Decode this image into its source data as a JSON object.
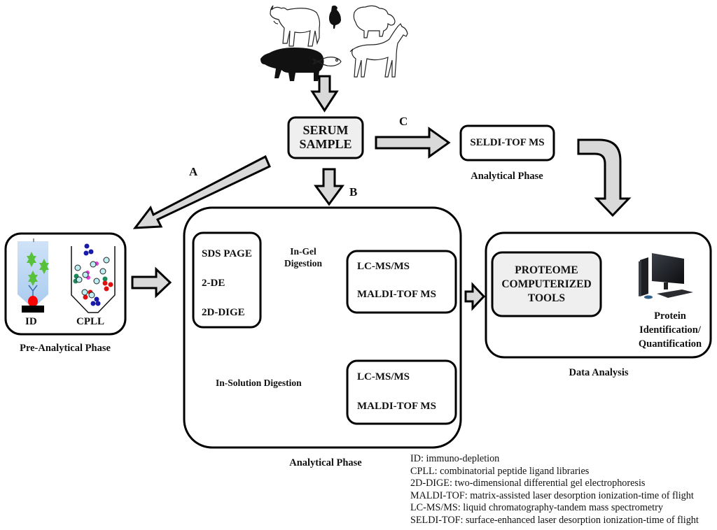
{
  "animals": [
    "cow",
    "chicken",
    "sheep",
    "pig",
    "fish",
    "horse"
  ],
  "serum_sample": {
    "line1": "SERUM",
    "line2": "SAMPLE"
  },
  "paths": {
    "a": "A",
    "b": "B",
    "c": "C"
  },
  "seldi_box": {
    "label": "SELDI-TOF MS",
    "phase": "Analytical Phase"
  },
  "pre_analytical": {
    "id_label": "ID",
    "cpll_label": "CPLL",
    "phase": "Pre-Analytical Phase"
  },
  "analytical": {
    "gel_methods": [
      "SDS PAGE",
      "2-DE",
      "2D-DIGE"
    ],
    "in_gel_label_line1": "In-Gel",
    "in_gel_label_line2": "Digestion",
    "ms_box_top": [
      "LC-MS/MS",
      "MALDI-TOF MS"
    ],
    "in_solution_label": "In-Solution Digestion",
    "ms_box_bottom": [
      "LC-MS/MS",
      "MALDI-TOF MS"
    ],
    "phase": "Analytical Phase"
  },
  "data_analysis": {
    "tools_line1": "PROTEOME",
    "tools_line2": "COMPUTERIZED",
    "tools_line3": "TOOLS",
    "result_line1": "Protein",
    "result_line2": "Identification/",
    "result_line3": "Quantification",
    "phase": "Data Analysis"
  },
  "colors": {
    "arrow_fill": "#d9d9d9",
    "box_fill": "#efefef",
    "stroke": "#000000",
    "id_column": "#b9d5f2",
    "green_antigen": "#57c13b",
    "red_bead": "#ff0000"
  },
  "legend": [
    "ID: immuno-depletion",
    "CPLL: combinatorial peptide ligand libraries",
    "2D-DIGE: two-dimensional differential gel electrophoresis",
    "MALDI-TOF: matrix-assisted laser desorption ionization-time of flight",
    "LC-MS/MS: liquid chromatography-tandem mass spectrometry",
    "SELDI-TOF: surface-enhanced laser desorption ionization-time of flight"
  ]
}
